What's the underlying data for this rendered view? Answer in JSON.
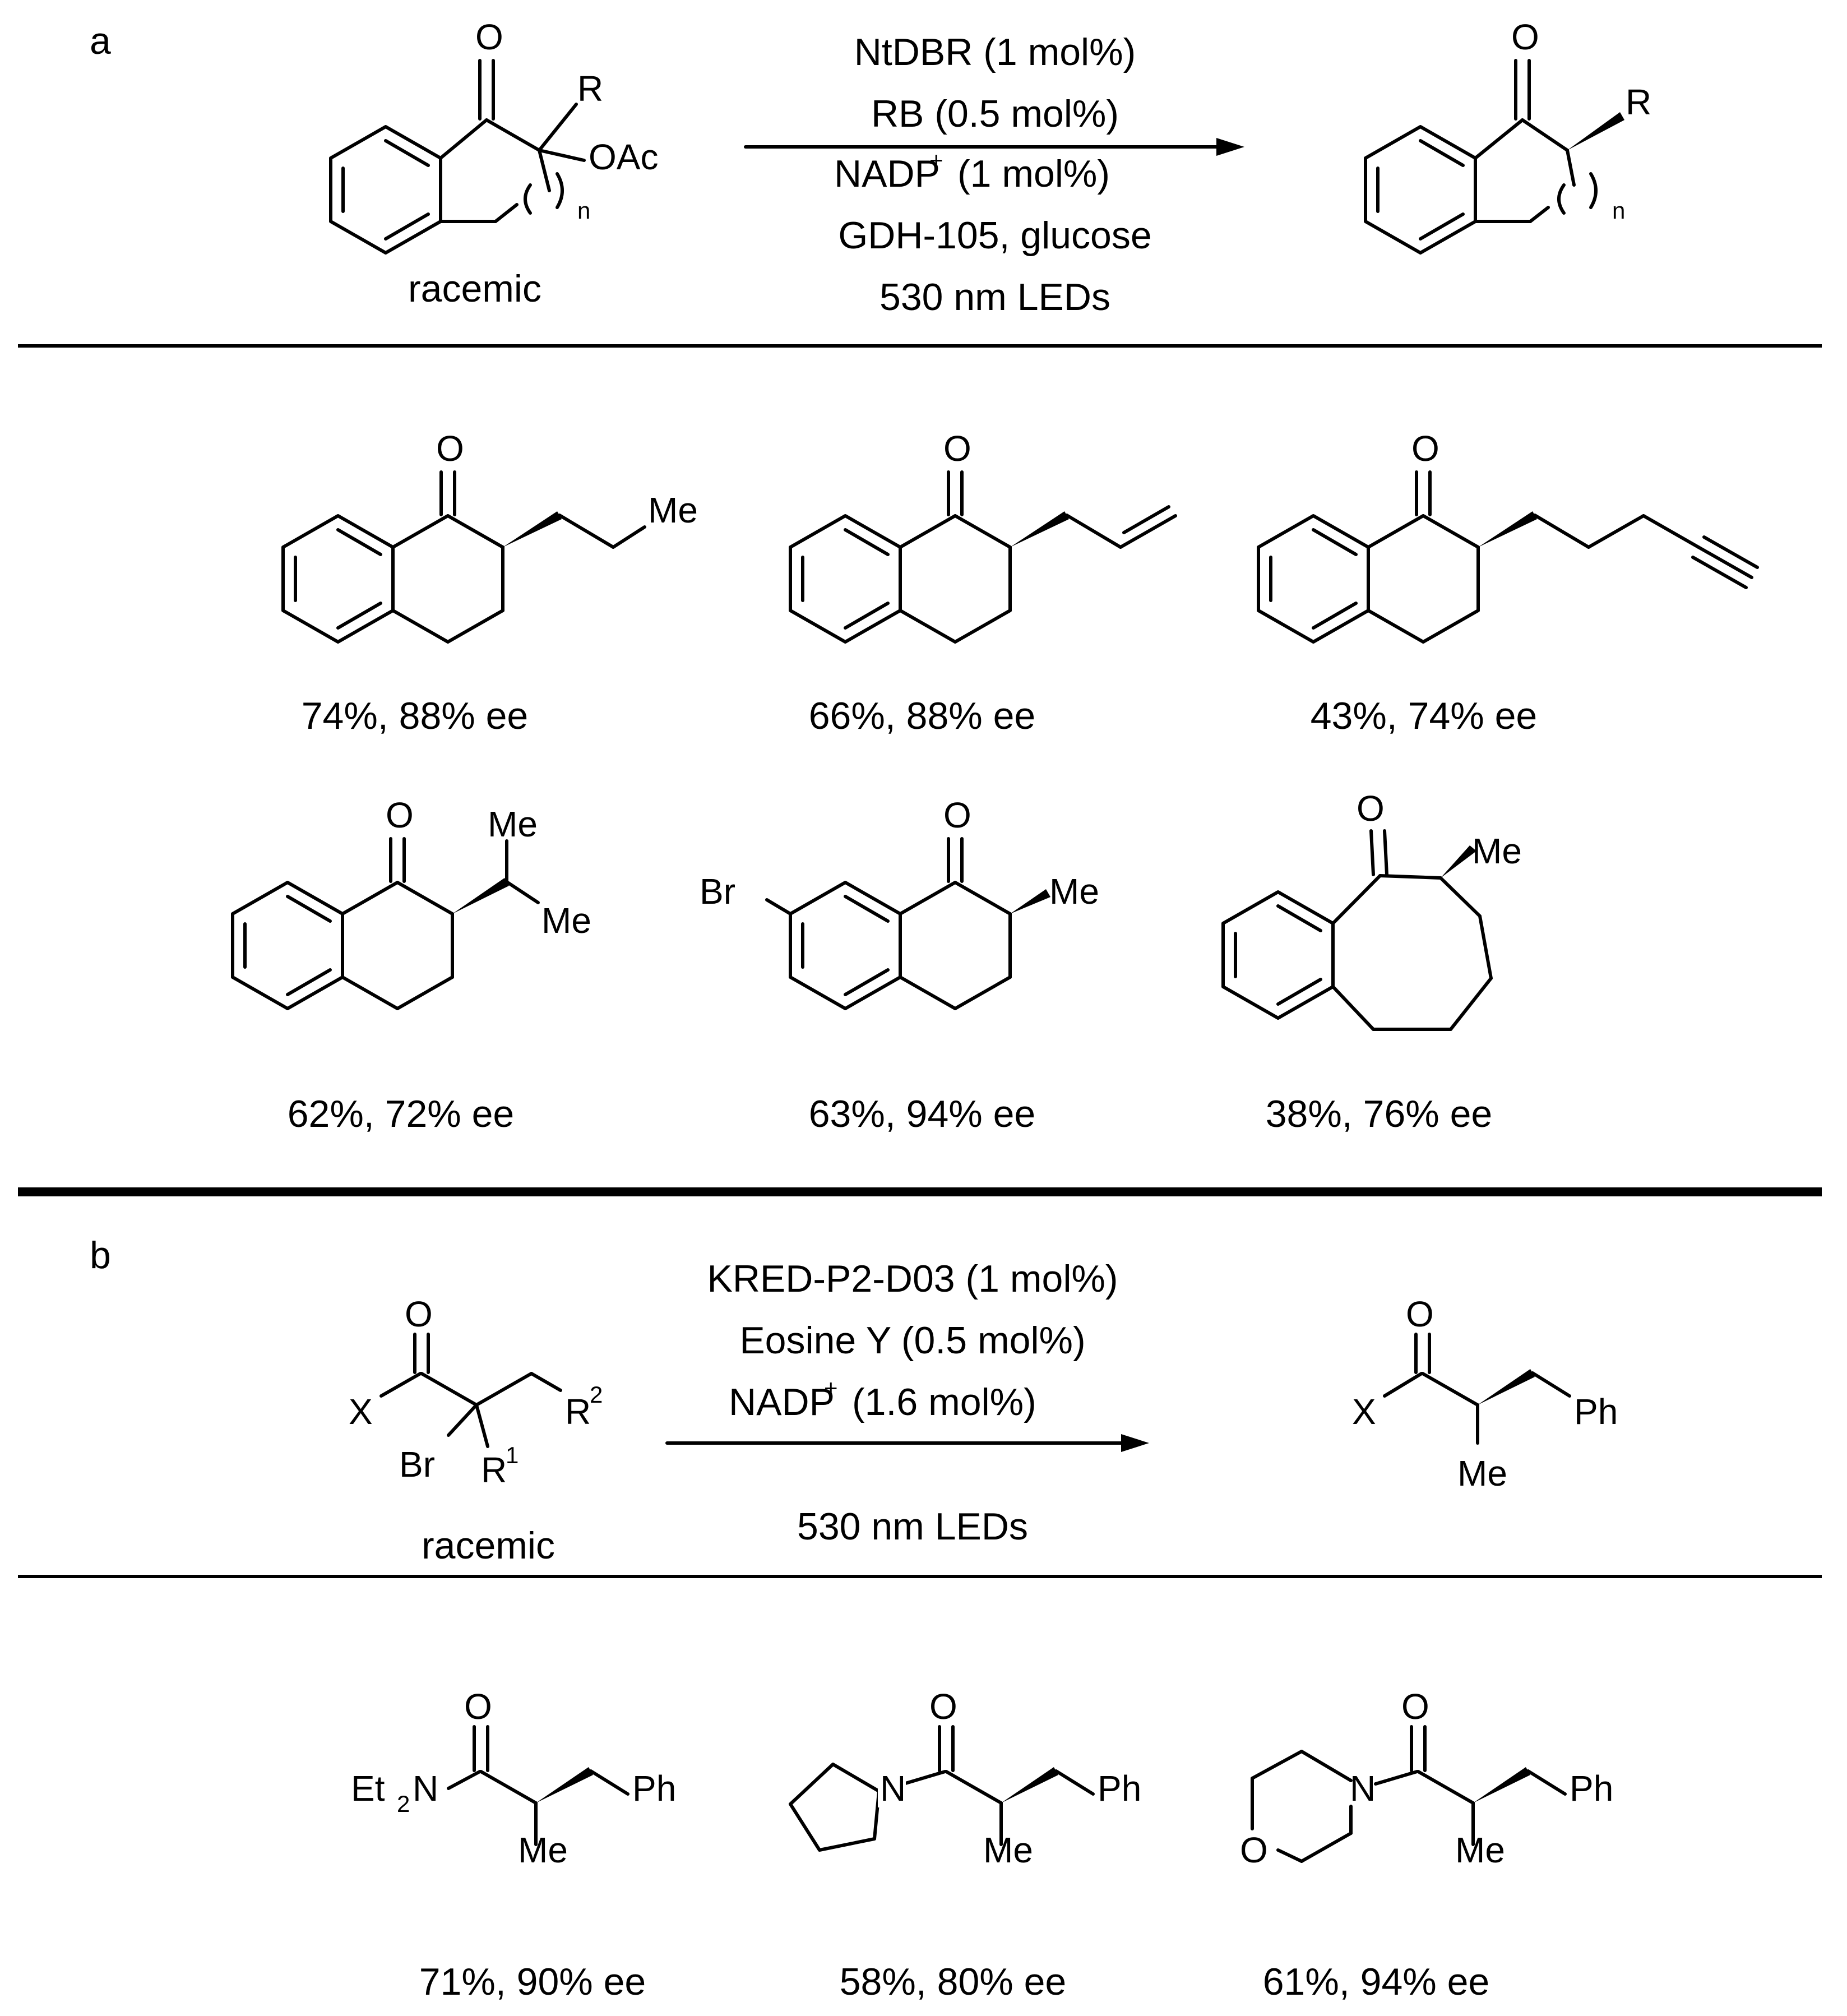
{
  "panel_a": {
    "label": "a",
    "reactant": {
      "O": "O",
      "R": "R",
      "OAc": "OAc",
      "n": "n",
      "note": "racemic"
    },
    "conditions": [
      "NtDBR (1 mol%)",
      "RB (0.5 mol%)",
      "NADP",
      "(1 mol%)",
      "GDH-105, glucose",
      "530 nm LEDs"
    ],
    "nadp_charge": "+",
    "product": {
      "O": "O",
      "R": "R",
      "n": "n"
    },
    "products": [
      {
        "O": "O",
        "substituent": "Me",
        "result": "74%, 88% ee"
      },
      {
        "O": "O",
        "result": "66%, 88% ee"
      },
      {
        "O": "O",
        "result": "43%, 74% ee"
      },
      {
        "O": "O",
        "me1": "Me",
        "me2": "Me",
        "result": "62%, 72% ee"
      },
      {
        "O": "O",
        "Br": "Br",
        "Me": "Me",
        "result": "63%, 94% ee"
      },
      {
        "O": "O",
        "Me": "Me",
        "result": "38%, 76% ee"
      }
    ]
  },
  "panel_b": {
    "label": "b",
    "reactant": {
      "O": "O",
      "X": "X",
      "Br": "Br",
      "R1": "R",
      "R1_sup": "1",
      "R2": "R",
      "R2_sup": "2",
      "note": "racemic"
    },
    "conditions": [
      "KRED-P2-D03 (1 mol%)",
      "Eosine Y (0.5 mol%)",
      "NADP",
      "(1.6 mol%)",
      "530 nm LEDs"
    ],
    "nadp_charge": "+",
    "product": {
      "O": "O",
      "X": "X",
      "Ph": "Ph",
      "Me": "Me"
    },
    "products": [
      {
        "O": "O",
        "amine": "Et",
        "amine_sub": "2",
        "N": "N",
        "Ph": "Ph",
        "Me": "Me",
        "result": "71%, 90% ee"
      },
      {
        "O": "O",
        "N": "N",
        "Ph": "Ph",
        "Me": "Me",
        "result": "58%, 80% ee"
      },
      {
        "O": "O",
        "N": "N",
        "O2": "O",
        "Ph": "Ph",
        "Me": "Me",
        "result": "61%, 94% ee"
      }
    ]
  }
}
